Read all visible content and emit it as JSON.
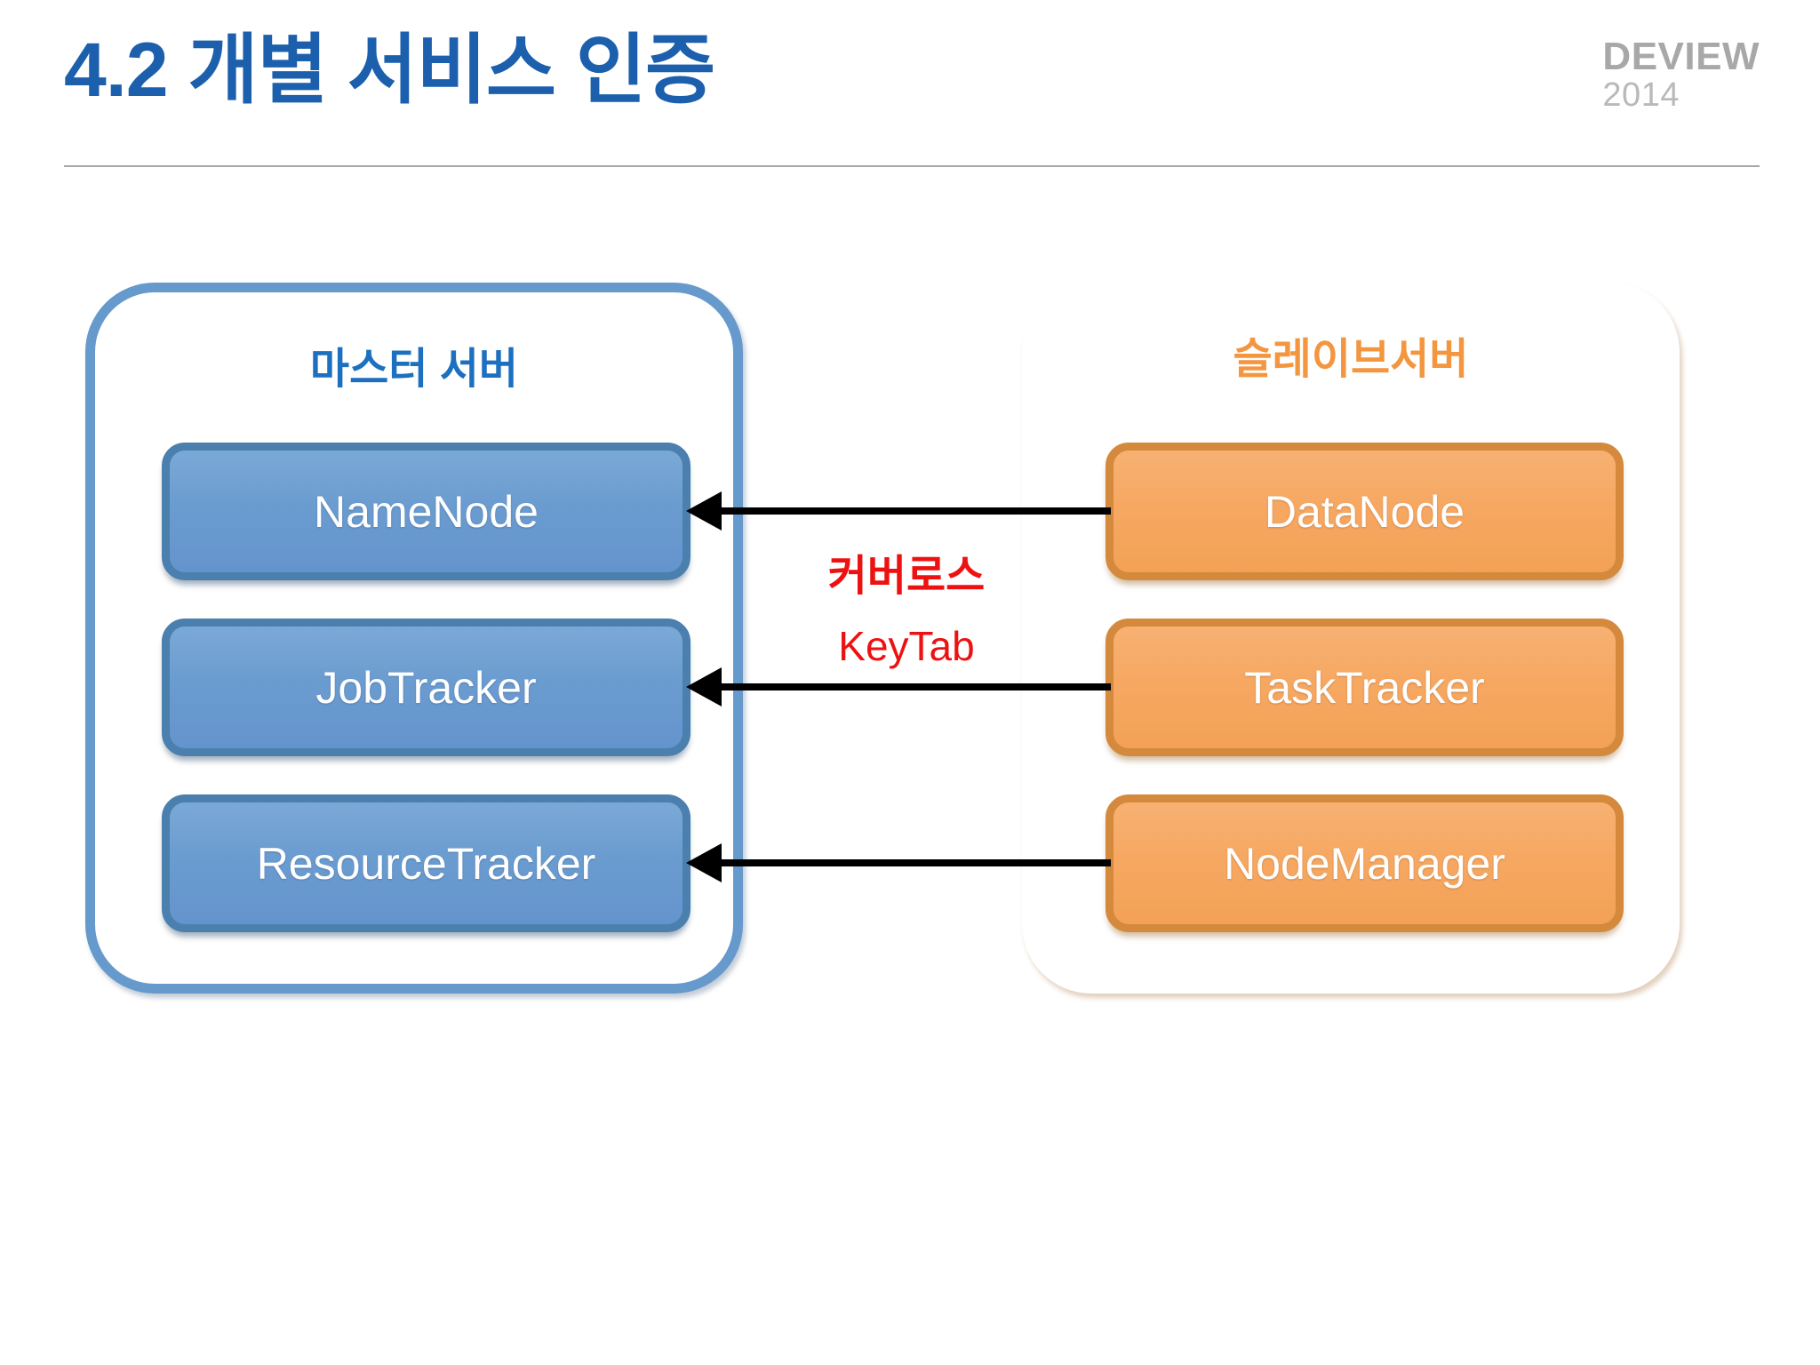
{
  "slide": {
    "title": "4.2 개별 서비스 인증",
    "logo": {
      "main": "DEVIEW",
      "year": "2014"
    }
  },
  "diagram": {
    "groups": [
      {
        "id": "master",
        "title": "마스터 서버",
        "accent": "#6699cc",
        "title_color": "#1d70c0",
        "nodes": [
          {
            "label": "NameNode"
          },
          {
            "label": "JobTracker"
          },
          {
            "label": "ResourceTracker"
          }
        ]
      },
      {
        "id": "slave",
        "title": "슬레이브서버",
        "accent": "#f7a95a",
        "title_color": "#f3963f",
        "nodes": [
          {
            "label": "DataNode"
          },
          {
            "label": "TaskTracker"
          },
          {
            "label": "NodeManager"
          }
        ]
      }
    ],
    "connections": [
      {
        "from": "DataNode",
        "to": "NameNode",
        "direction": "left"
      },
      {
        "from": "TaskTracker",
        "to": "JobTracker",
        "direction": "left"
      },
      {
        "from": "NodeManager",
        "to": "ResourceTracker",
        "direction": "left"
      }
    ],
    "annotations": [
      {
        "text": "커버로스",
        "color": "#ee1111",
        "bold": true
      },
      {
        "text": "KeyTab",
        "color": "#ee1111",
        "bold": false
      }
    ]
  }
}
